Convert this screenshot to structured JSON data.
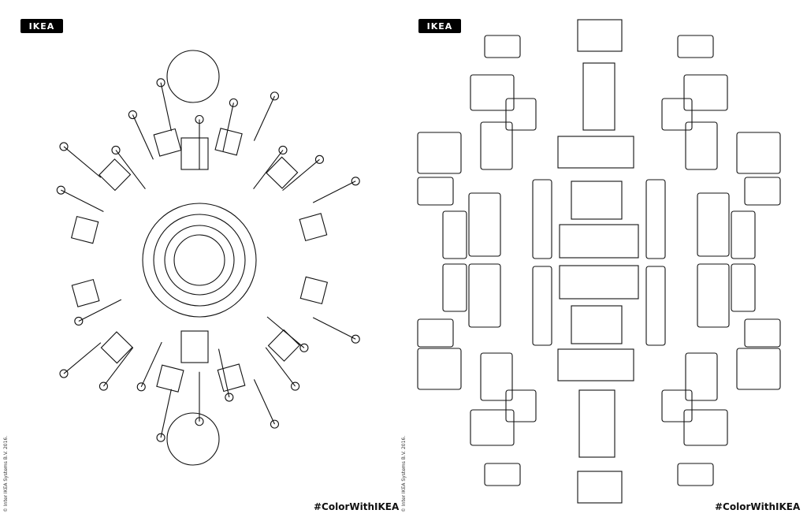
{
  "pages": [
    {
      "logo": "IKEA",
      "copyright": "© Inter IKEA Systems B.V. 2016.",
      "hashtag": "#ColorWithIKEA"
    },
    {
      "logo": "IKEA",
      "copyright": "© Inter IKEA Systems B.V. 2016.",
      "hashtag": "#ColorWithIKEA"
    }
  ]
}
